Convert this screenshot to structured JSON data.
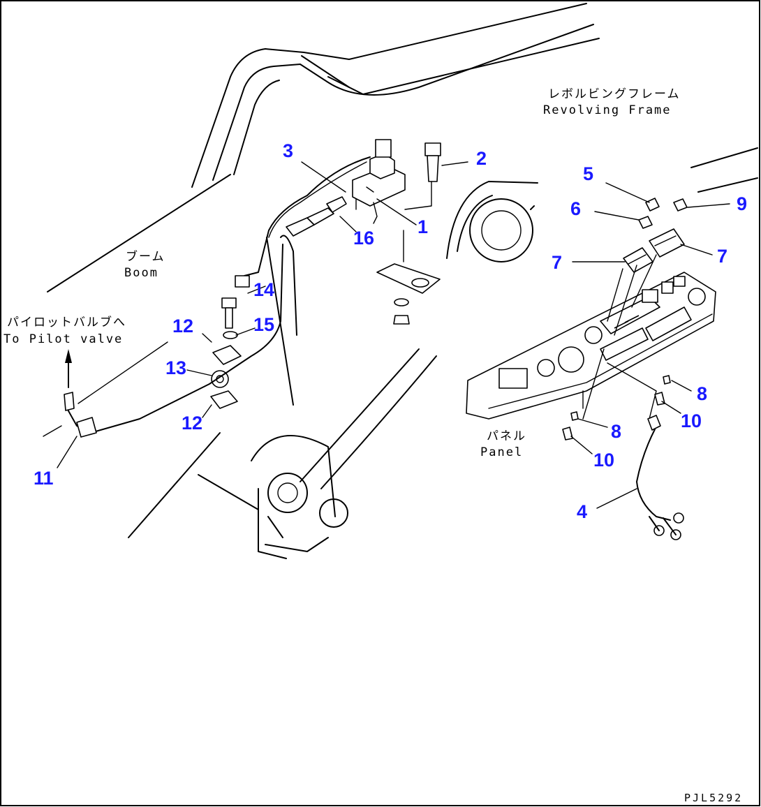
{
  "labels": {
    "revolving_jp": "レボルビングフレーム",
    "revolving_en": "Revolving Frame",
    "boom_jp": "ブーム",
    "boom_en": "Boom",
    "pilot_jp": "パイロットバルブへ",
    "pilot_en": "To Pilot valve",
    "panel_jp": "パネル",
    "panel_en": "Panel",
    "drawing_code": "PJL5292"
  },
  "callouts": [
    {
      "id": "c1",
      "text": "1"
    },
    {
      "id": "c2",
      "text": "2"
    },
    {
      "id": "c3",
      "text": "3"
    },
    {
      "id": "c4",
      "text": "4"
    },
    {
      "id": "c5",
      "text": "5"
    },
    {
      "id": "c6",
      "text": "6"
    },
    {
      "id": "c7a",
      "text": "7"
    },
    {
      "id": "c7b",
      "text": "7"
    },
    {
      "id": "c8a",
      "text": "8"
    },
    {
      "id": "c8b",
      "text": "8"
    },
    {
      "id": "c9",
      "text": "9"
    },
    {
      "id": "c10a",
      "text": "10"
    },
    {
      "id": "c10b",
      "text": "10"
    },
    {
      "id": "c11",
      "text": "11"
    },
    {
      "id": "c12a",
      "text": "12"
    },
    {
      "id": "c12b",
      "text": "12"
    },
    {
      "id": "c13",
      "text": "13"
    },
    {
      "id": "c14",
      "text": "14"
    },
    {
      "id": "c15",
      "text": "15"
    },
    {
      "id": "c16",
      "text": "16"
    }
  ],
  "colors": {
    "callout": "#1a1aff",
    "line": "#000000"
  }
}
